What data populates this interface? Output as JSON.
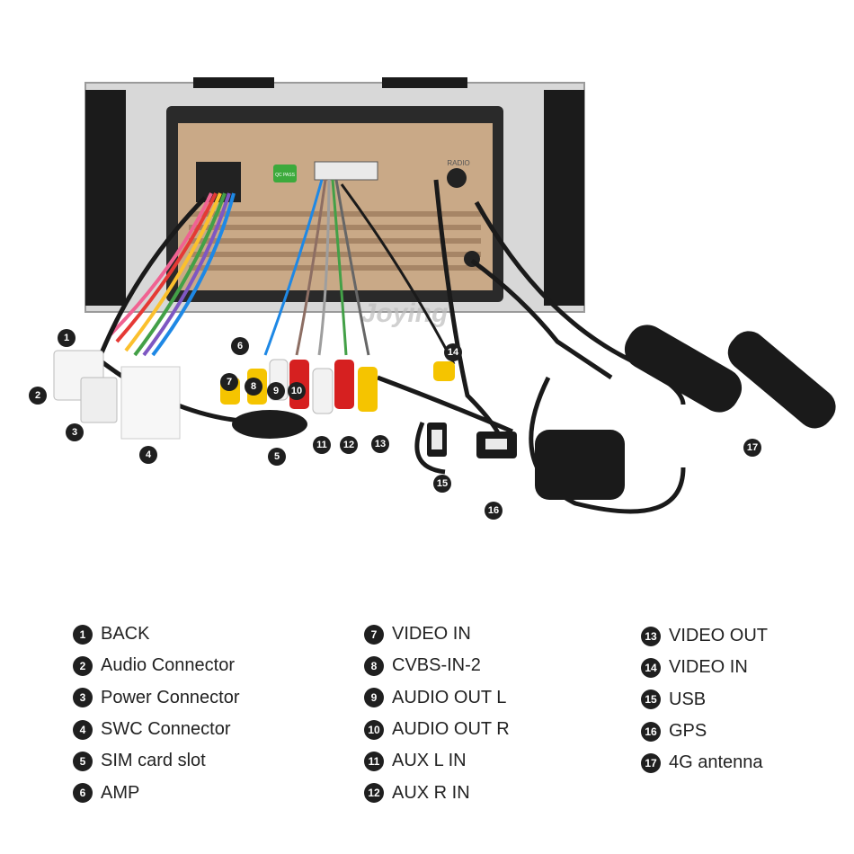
{
  "watermark": "Joying",
  "connector_labels": {
    "top_label": "RADIO",
    "sticker": "QC PASS"
  },
  "badges": [
    "1",
    "2",
    "3",
    "4",
    "5",
    "6",
    "7",
    "8",
    "9",
    "10",
    "11",
    "12",
    "13",
    "14",
    "15",
    "16",
    "17"
  ],
  "legend": {
    "columns": [
      [
        {
          "num": "1",
          "label": "BACK"
        },
        {
          "num": "2",
          "label": "Audio Connector"
        },
        {
          "num": "3",
          "label": "Power Connector"
        },
        {
          "num": "4",
          "label": "SWC Connector"
        },
        {
          "num": "5",
          "label": "SIM card slot"
        },
        {
          "num": "6",
          "label": "AMP"
        }
      ],
      [
        {
          "num": "7",
          "label": "VIDEO IN"
        },
        {
          "num": "8",
          "label": "CVBS-IN-2"
        },
        {
          "num": "9",
          "label": "AUDIO OUT L"
        },
        {
          "num": "10",
          "label": "AUDIO OUT R"
        },
        {
          "num": "11",
          "label": "AUX L IN"
        },
        {
          "num": "12",
          "label": "AUX R IN"
        }
      ],
      [
        {
          "num": "13",
          "label": "VIDEO OUT"
        },
        {
          "num": "14",
          "label": "VIDEO IN"
        },
        {
          "num": "15",
          "label": "USB"
        },
        {
          "num": "16",
          "label": "GPS"
        },
        {
          "num": "17",
          "label": "4G antenna"
        }
      ]
    ]
  },
  "colors": {
    "badge": "#1f1f1f",
    "panel": "#c9a987",
    "frame": "#2a2a2a",
    "cable": "#1a1a1a",
    "rca_red": "#d62020",
    "rca_white": "#f2f2f2",
    "rca_yellow": "#f5c400"
  }
}
